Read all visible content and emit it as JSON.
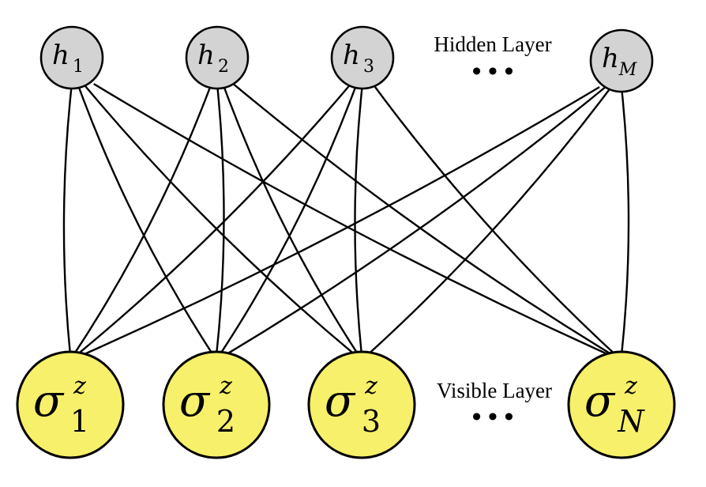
{
  "hidden_layer": {
    "label": "Hidden Layer",
    "ellipsis": "• • •",
    "fill": "#d3d3d3",
    "nodes": [
      {
        "id": "h1",
        "base": "h",
        "sub": "1",
        "sup": ""
      },
      {
        "id": "h2",
        "base": "h",
        "sub": "2",
        "sup": ""
      },
      {
        "id": "h3",
        "base": "h",
        "sub": "3",
        "sup": ""
      },
      {
        "id": "hM",
        "base": "h",
        "sub": "M",
        "sup": ""
      }
    ]
  },
  "visible_layer": {
    "label": "Visible Layer",
    "ellipsis": "• • •",
    "fill": "#f7f06a",
    "nodes": [
      {
        "id": "s1",
        "base": "σ",
        "sub": "1",
        "sup": "z"
      },
      {
        "id": "s2",
        "base": "σ",
        "sub": "2",
        "sup": "z"
      },
      {
        "id": "s3",
        "base": "σ",
        "sub": "3",
        "sup": "z"
      },
      {
        "id": "sN",
        "base": "σ",
        "sub": "N",
        "sup": "z"
      }
    ]
  },
  "connectivity": "fully-connected"
}
